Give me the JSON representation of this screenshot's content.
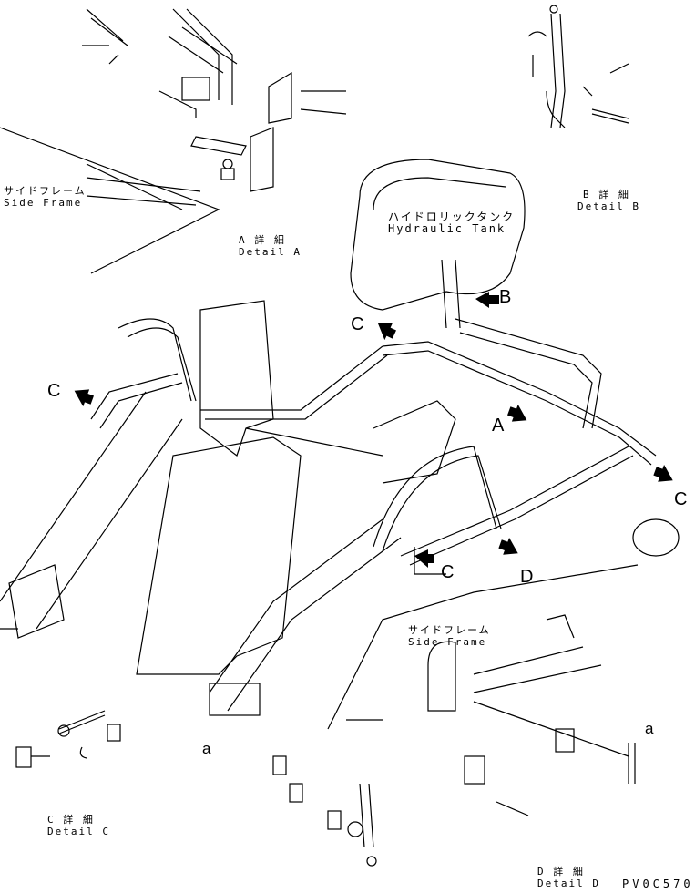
{
  "labels": {
    "side_frame_a": {
      "jp": "サイドフレーム",
      "en": "Side Frame"
    },
    "detail_a": {
      "jp": "A 詳 細",
      "en": "Detail A"
    },
    "detail_b": {
      "jp": "B 詳 細",
      "en": "Detail B"
    },
    "hydraulic_tank": {
      "jp": "ハイドロリックタンク",
      "en": "Hydraulic Tank"
    },
    "side_frame_d": {
      "jp": "サイドフレーム",
      "en": "Side Frame"
    },
    "detail_c": {
      "jp": "C 詳 細",
      "en": "Detail C"
    },
    "detail_d": {
      "jp": "D 詳 細",
      "en": "Detail D"
    }
  },
  "view_markers": {
    "b": "B",
    "c_top": "C",
    "c_left": "C",
    "a": "A",
    "c_right": "C",
    "c_bottom": "C",
    "d": "D",
    "a_small_1": "a",
    "a_small_2": "a"
  },
  "drawing_code": "PV0C570"
}
